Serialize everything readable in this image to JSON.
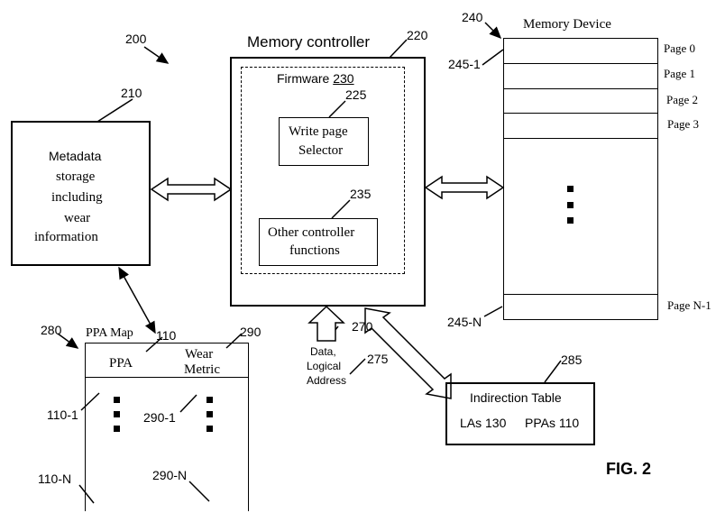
{
  "figure": {
    "ref_main": "200",
    "fig_label": "FIG. 2"
  },
  "metadata_box": {
    "ref": "210",
    "lines": [
      "Metadata",
      "storage",
      "including",
      "wear",
      "information"
    ]
  },
  "controller": {
    "title": "Memory controller",
    "ref": "220",
    "firmware_label": "Firmware",
    "firmware_ref": "230",
    "write_selector": {
      "ref": "225",
      "lines": [
        "Write page",
        "Selector"
      ]
    },
    "other_functions": {
      "ref": "235",
      "lines": [
        "Other controller",
        "functions"
      ]
    }
  },
  "memory_device": {
    "title": "Memory Device",
    "ref": "240",
    "ref_first": "245-1",
    "ref_last": "245-N",
    "pages": [
      "Page 0",
      "Page 1",
      "Page 2",
      "Page 3"
    ],
    "last_page": "Page N-1"
  },
  "ppa_map": {
    "title": "PPA Map",
    "ref": "280",
    "col_ppa": "PPA",
    "col_ppa_ref": "110",
    "col_wear": [
      "Wear",
      "Metric"
    ],
    "col_wear_ref": "290",
    "ref_110_1": "110-1",
    "ref_290_1": "290-1",
    "ref_110_N": "110-N",
    "ref_290_N": "290-N"
  },
  "input": {
    "ref": "270",
    "ref2": "275",
    "lines": [
      "Data,",
      "Logical",
      "Address"
    ]
  },
  "indirection": {
    "ref": "285",
    "title": "Indirection Table",
    "las": "LAs 130",
    "ppas": "PPAs 110"
  }
}
